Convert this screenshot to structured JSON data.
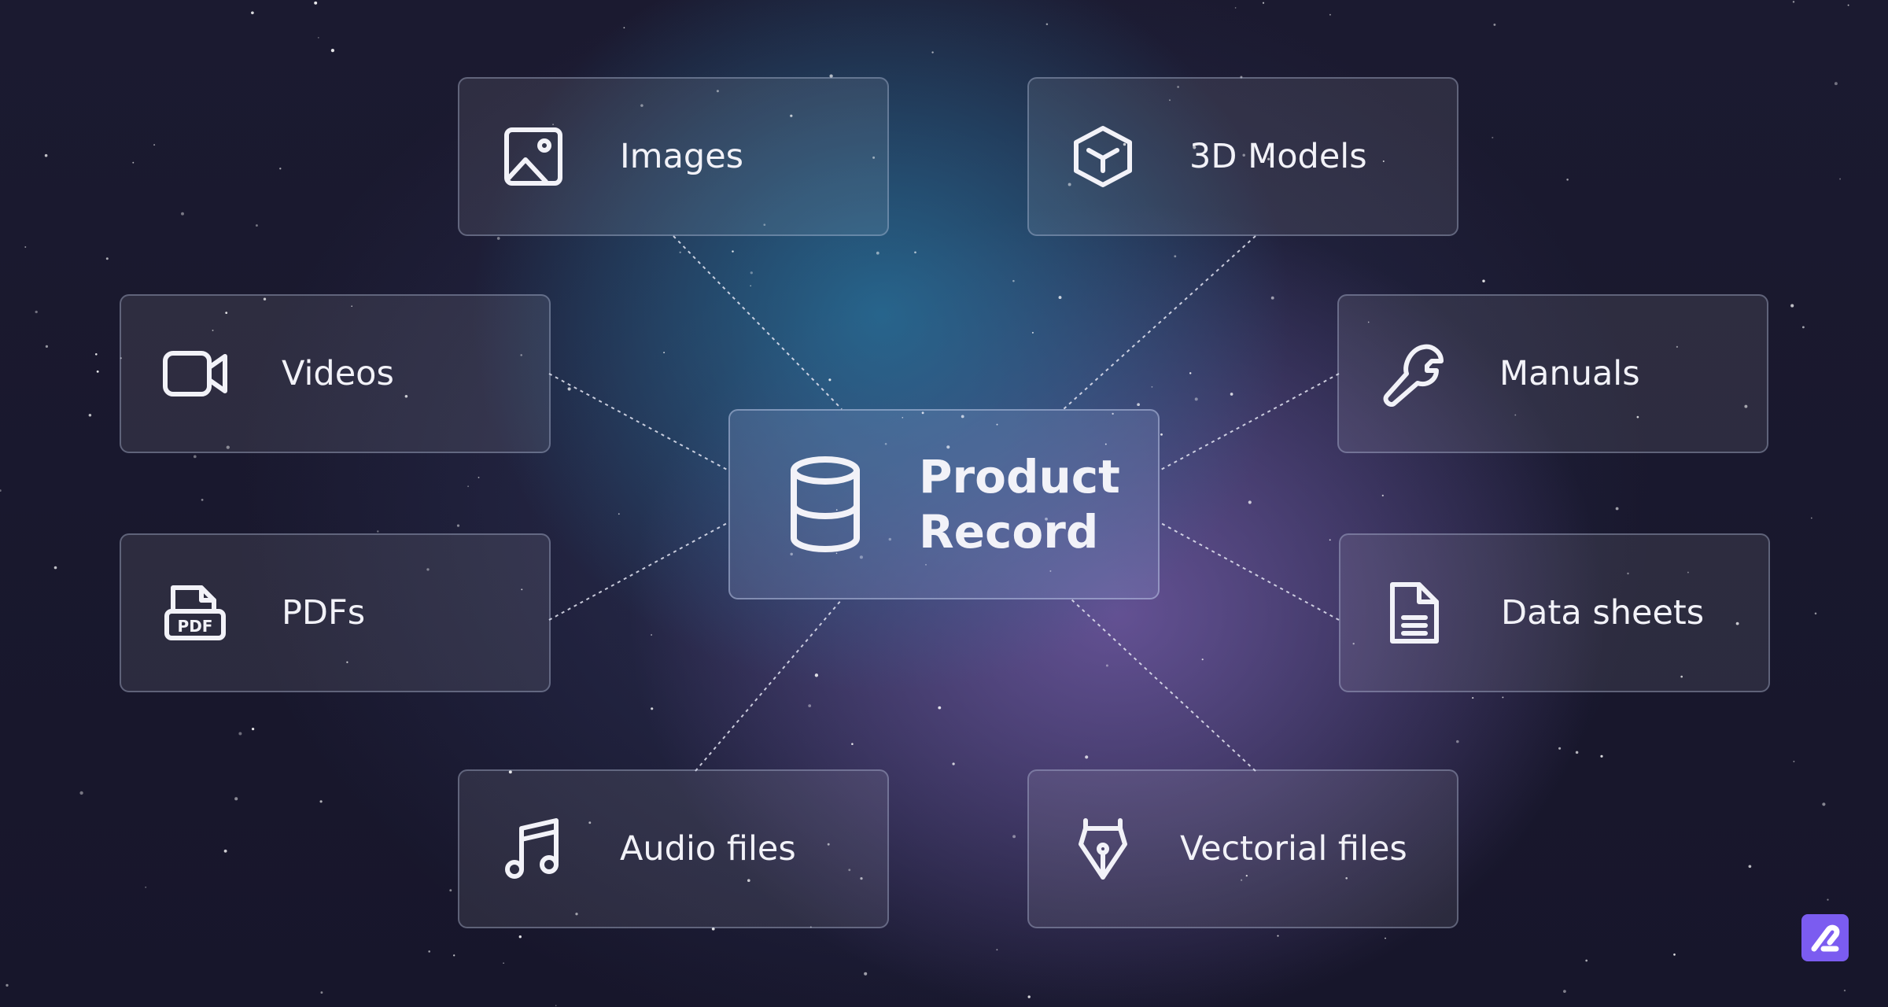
{
  "center": {
    "title": "Product Record",
    "icon": "database-icon"
  },
  "nodes": [
    {
      "id": "images",
      "label": "Images",
      "icon": "image-icon"
    },
    {
      "id": "3d-models",
      "label": "3D Models",
      "icon": "cube-icon"
    },
    {
      "id": "videos",
      "label": "Videos",
      "icon": "video-camera-icon"
    },
    {
      "id": "manuals",
      "label": "Manuals",
      "icon": "wrench-icon"
    },
    {
      "id": "pdfs",
      "label": "PDFs",
      "icon": "pdf-file-icon"
    },
    {
      "id": "data-sheets",
      "label": "Data sheets",
      "icon": "document-icon"
    },
    {
      "id": "audio-files",
      "label": "Audio files",
      "icon": "music-note-icon"
    },
    {
      "id": "vectorial-files",
      "label": "Vectorial files",
      "icon": "pen-nib-icon"
    }
  ],
  "colors": {
    "box_border": "#9aa3c4",
    "text": "#f2f2f8",
    "connector": "#e6e8f5",
    "logo": "#7b5cf0"
  }
}
